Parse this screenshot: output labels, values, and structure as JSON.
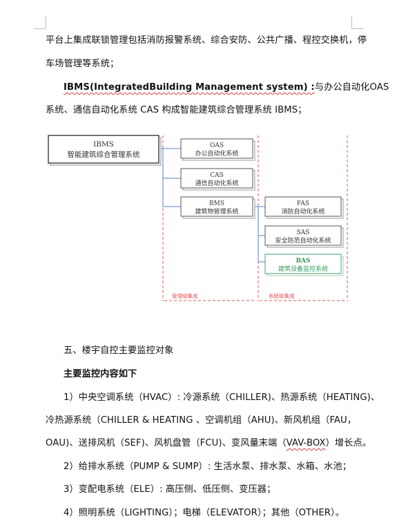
{
  "paragraph1": {
    "line1": "平台上集成联锁管理包括消防报警系统、综合安防、公共广播、程控交换机，停",
    "line2": "车场管理等系统；"
  },
  "ibms_paragraph": {
    "bold_text": "IBMS(IntegratedBuilding Management system) :",
    "line1_rest": "与办公自动化OAS",
    "line2": "系统、通信自动化系统 CAS 构成智能建筑综合管理系统 IBMS；"
  },
  "diagram": {
    "ibms": {
      "code": "IBMS",
      "name": "智能建筑综合管理系统"
    },
    "oas": {
      "code": "OAS",
      "name": "办公自动化系统"
    },
    "cas": {
      "code": "CAS",
      "name": "通信自动化系统"
    },
    "bms": {
      "code": "BMS",
      "name": "建筑物管理系统"
    },
    "fas": {
      "code": "FAS",
      "name": "消防自动化系统"
    },
    "sas": {
      "code": "SAS",
      "name": "安全防范自动化系统"
    },
    "bas": {
      "code": "BAS",
      "name": "建筑设备监控系统"
    },
    "zone_left_label": "管理级集成",
    "zone_right_label": "系统级集成",
    "colors": {
      "box_border": "#555555",
      "connector": "#5b7fc4",
      "dashed_zone": "#e25555",
      "bas_border": "#3aa36b",
      "bas_text": "#2f9a5c"
    }
  },
  "section_heading": "五、楼宇自控主要监控对象",
  "subheading": "主要监控内容如下",
  "items": [
    {
      "line1": "1）中央空调系统（HVAC）: 冷源系统（CHILLER)、热源系统（HEATING)、",
      "line2": "冷热源系统（CHILLER & HEATING 、空调机组（AHU)、新风机组（FAU，",
      "line3_a": "OAU)、送排风机（SEF)、风机盘管（FCU)、变风量末端（",
      "line3_b": "VAV-BOX",
      "line3_c": "）增长点。"
    },
    {
      "line1": "2）给排水系统（PUMP & SUMP）: 生活水泵、排水泵、水箱、水池；"
    },
    {
      "line1": "3）变配电系统（ELE）: 高压侧、低压侧、变压器；"
    },
    {
      "line1": "4）照明系统（LIGHTING）；电梯（ELEVATOR）；其他（OTHER）。"
    }
  ]
}
